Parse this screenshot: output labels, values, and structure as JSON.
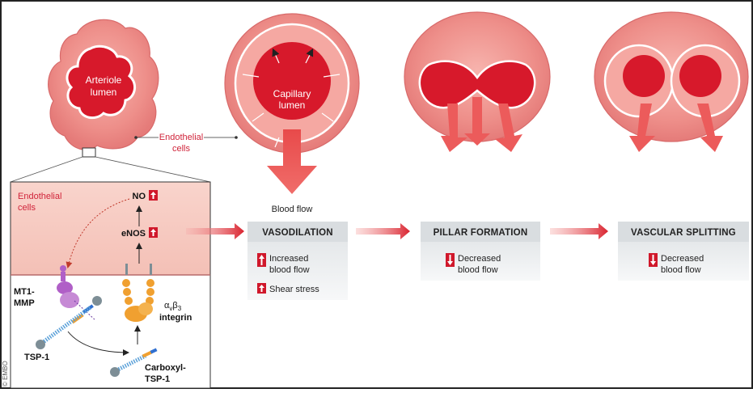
{
  "colors": {
    "tissue": "#ea8a8a",
    "lumen": "#d7192b",
    "arrow": "#e23a42",
    "badge": "#d0182b",
    "panel_top": "#f6c9c0",
    "box_header": "#d9dde0",
    "box_body": "#eef0f2",
    "mmp": "#b05fc7",
    "integrin": "#f0a030",
    "tsp_ball": "#7d8e96"
  },
  "labels": {
    "arteriole_lumen": [
      "Arteriole",
      "lumen"
    ],
    "capillary_lumen": [
      "Capillary",
      "lumen"
    ],
    "endothelial_cells_top": [
      "Endothelial",
      "cells"
    ],
    "blood_flow": "Blood flow",
    "endothelial_cells_inset": [
      "Endothelial",
      "cells"
    ],
    "no": "NO",
    "enos": "eNOS",
    "mt1_mmp": [
      "MT1-",
      "MMP"
    ],
    "integrin_name": "integrin",
    "tsp1": "TSP-1",
    "carboxyl_tsp1": [
      "Carboxyl-",
      "TSP-1"
    ],
    "copyright": "© EMBO"
  },
  "integrin_label": {
    "alpha": "α",
    "alpha_sub": "v",
    "beta": "β",
    "beta_sub": "3"
  },
  "stages": [
    {
      "title": "VASODILATION",
      "items": [
        {
          "direction": "up",
          "text": [
            "Increased",
            "blood flow"
          ]
        },
        {
          "direction": "up",
          "text": [
            "Shear stress"
          ]
        }
      ]
    },
    {
      "title": "PILLAR FORMATION",
      "items": [
        {
          "direction": "down",
          "text": [
            "Decreased",
            "blood flow"
          ]
        }
      ]
    },
    {
      "title": "VASCULAR SPLITTING",
      "items": [
        {
          "direction": "down",
          "text": [
            "Decreased",
            "blood flow"
          ]
        }
      ]
    }
  ]
}
